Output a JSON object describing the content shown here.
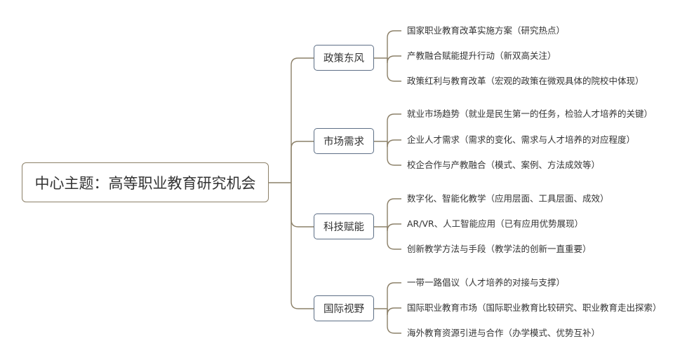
{
  "central": "中心主题：高等职业教育研究机会",
  "colors": {
    "line": "#8c8068",
    "central_border": "#8c8068",
    "branch_border": "#5d6f86",
    "text": "#333333"
  },
  "branches": [
    {
      "label": "政策东风",
      "leaves": [
        "国家职业教育改革实施方案（研究热点）",
        "产教融合赋能提升行动（新双高关注）",
        "政策红利与教育改革（宏观的政策在微观具体的院校中体现）"
      ]
    },
    {
      "label": "市场需求",
      "leaves": [
        "就业市场趋势（就业是民生第一的任务，检验人才培养的关键）",
        "企业人才需求（需求的变化、需求与人才培养的对应程度）",
        "校企合作与产教融合（模式、案例、方法成效等）"
      ]
    },
    {
      "label": "科技赋能",
      "leaves": [
        "数字化、智能化教学（应用层面、工具层面、成效）",
        "AR/VR、人工智能应用（已有应用优势展现）",
        "创新教学方法与手段（教学法的创新一直重要）"
      ]
    },
    {
      "label": "国际视野",
      "leaves": [
        "一带一路倡议（人才培养的对接与支撑）",
        "国际职业教育市场（国际职业教育比较研究、职业教育走出探索）",
        "海外教育资源引进与合作（办学模式、优势互补）"
      ]
    }
  ]
}
